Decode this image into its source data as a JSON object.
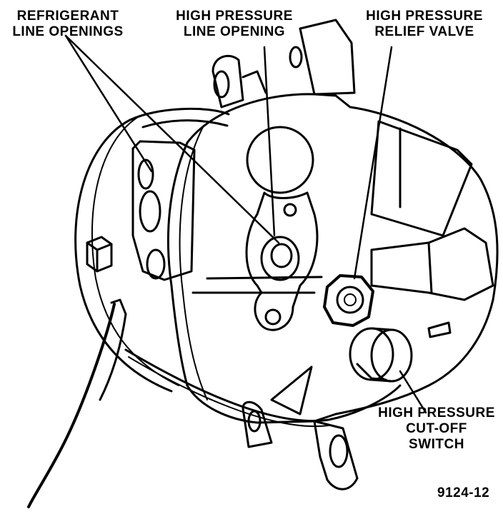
{
  "labels": {
    "refrigerant_openings": {
      "line1": "REFRIGERANT",
      "line2": "LINE OPENINGS"
    },
    "high_pressure_line_opening": {
      "line1": "HIGH PRESSURE",
      "line2": "LINE OPENING"
    },
    "high_pressure_relief_valve": {
      "line1": "HIGH PRESSURE",
      "line2": "RELIEF VALVE"
    },
    "high_pressure_cutoff_switch": {
      "line1": "HIGH PRESSURE",
      "line2": "CUT-OFF",
      "line3": "SWITCH"
    }
  },
  "figure_number": "9124-12"
}
